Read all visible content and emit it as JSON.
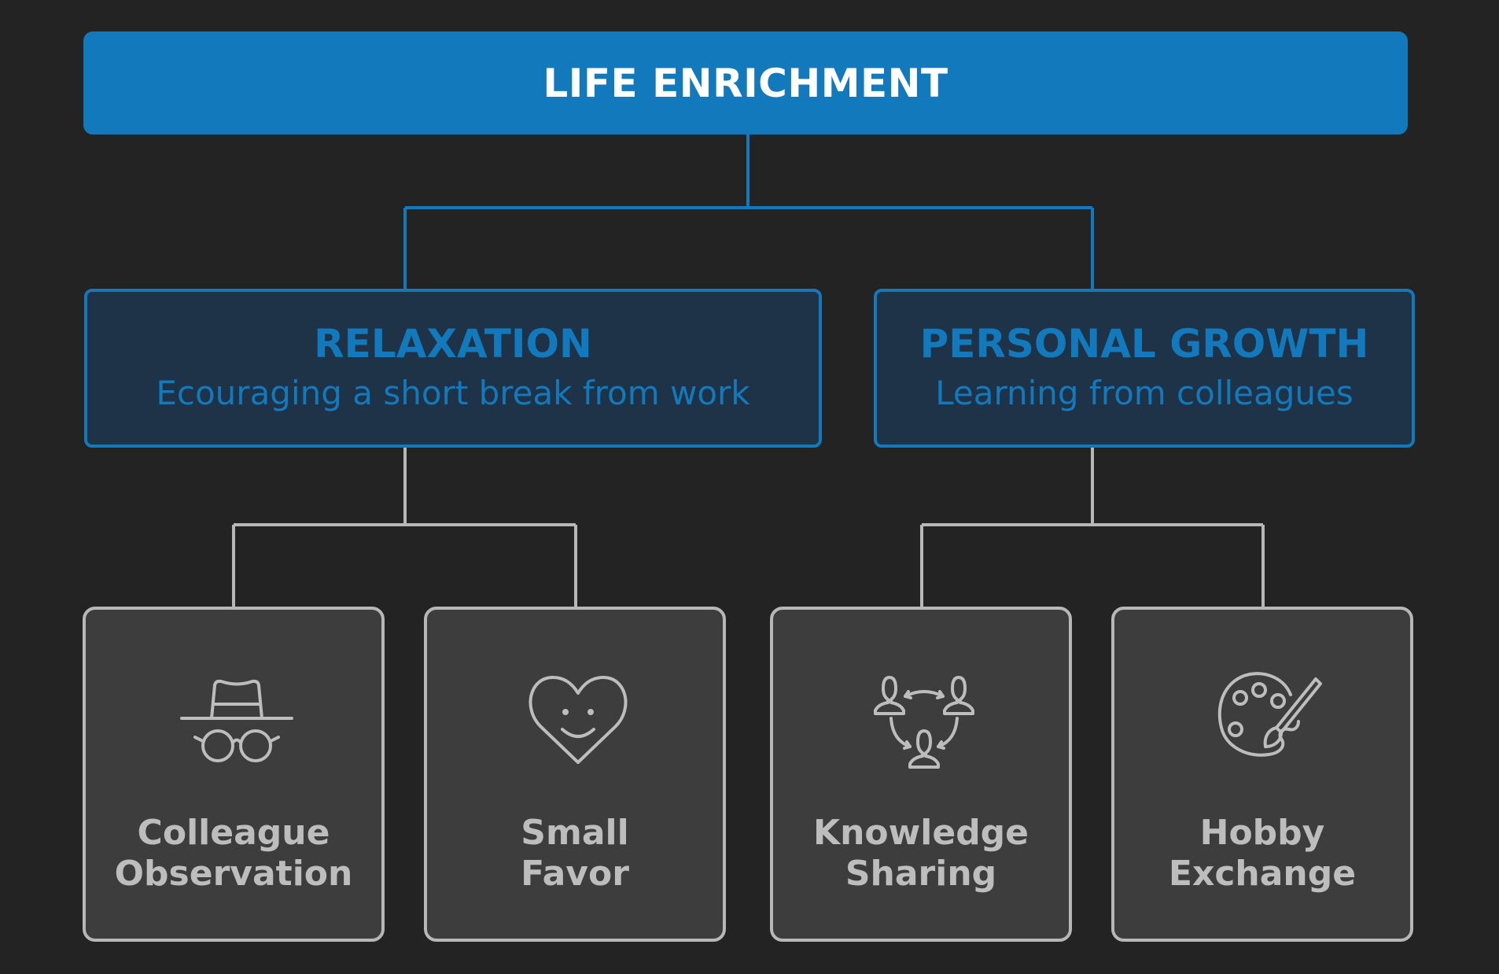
{
  "root": {
    "title": "LIFE ENRICHMENT"
  },
  "categories": [
    {
      "title": "RELAXATION",
      "subtitle": "Ecouraging a short break from work"
    },
    {
      "title": "PERSONAL GROWTH",
      "subtitle": "Learning from colleagues"
    }
  ],
  "leaves": [
    {
      "line1": "Colleague",
      "line2": "Observation",
      "icon": "incognito-hat-glasses-icon"
    },
    {
      "line1": "Small",
      "line2": "Favor",
      "icon": "smiling-heart-icon"
    },
    {
      "line1": "Knowledge",
      "line2": "Sharing",
      "icon": "people-exchange-icon"
    },
    {
      "line1": "Hobby",
      "line2": "Exchange",
      "icon": "paint-palette-icon"
    }
  ],
  "colors": {
    "background": "#232323",
    "accent_blue": "#1279bd",
    "category_fill": "#1e3347",
    "leaf_fill": "#3d3d3d",
    "leaf_border": "#b7b7b7",
    "leaf_text": "#bdbdbd"
  }
}
